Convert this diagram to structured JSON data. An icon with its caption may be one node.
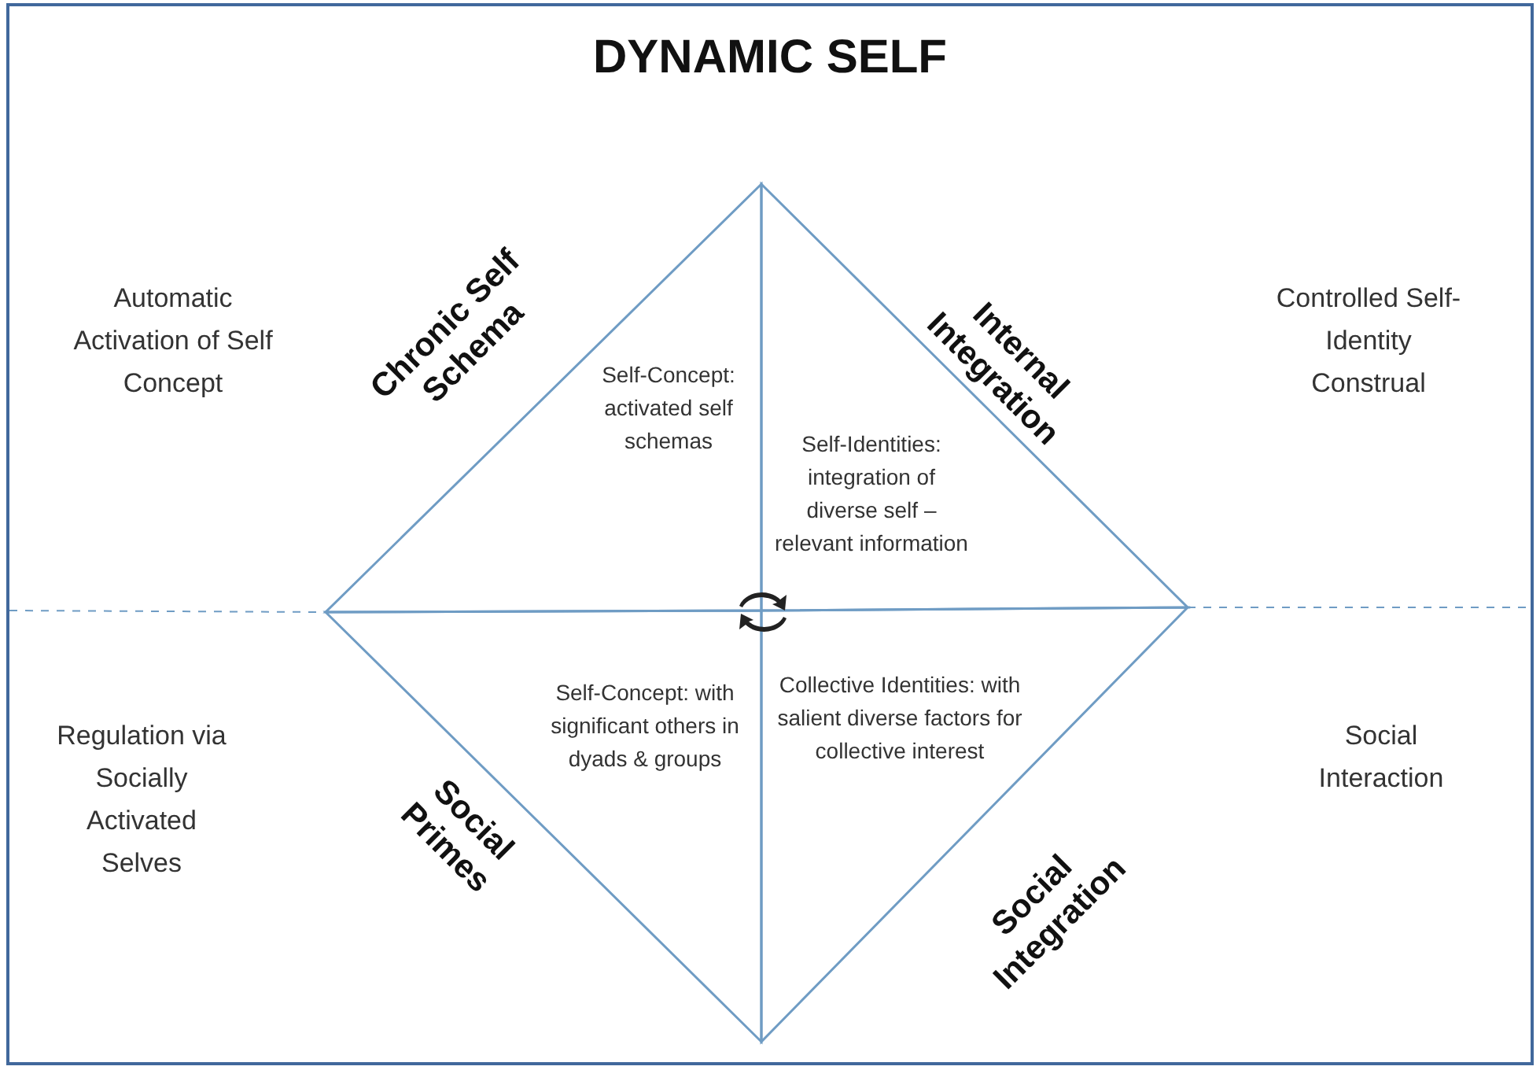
{
  "diagram": {
    "title": "DYNAMIC SELF",
    "nodes": [
      {
        "text": [
          "Chronic Self Schema",
          "Self-Concept: activated self schemas"
        ]
      },
      {
        "text": [
          "Internal Integration",
          "Self-Identities: integration of diverse self – relevant information"
        ]
      },
      {
        "text": [
          "Social Primes",
          "Self-Concept: with significant others in dyads & groups"
        ]
      },
      {
        "text": [
          "Social Integration",
          "Collective Identities: with  salient diverse factors for collective interest"
        ]
      }
    ],
    "labels": [
      "Automatic Activation of Self Concept",
      "Controlled Self-Identity Construal",
      "Regulation via Socially Activated Selves",
      "Social Interaction"
    ]
  }
}
